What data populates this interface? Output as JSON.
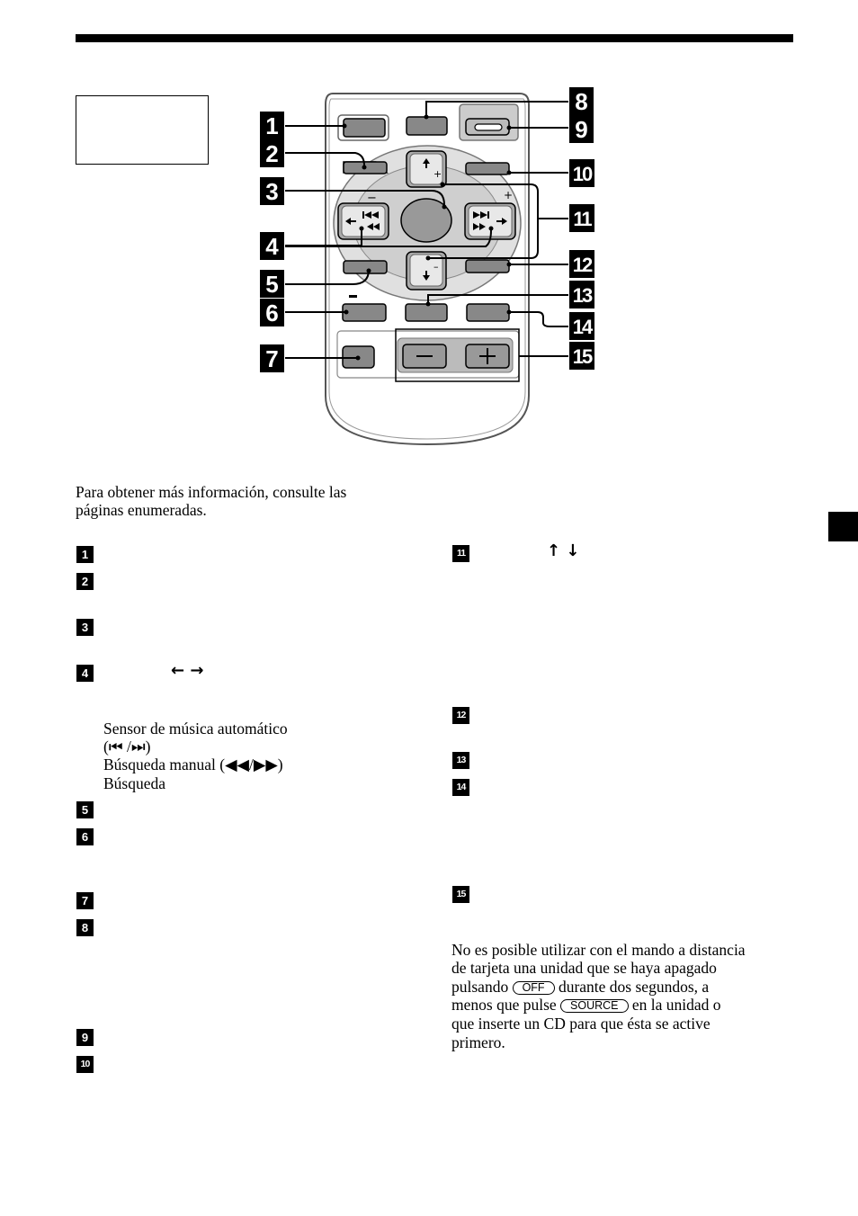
{
  "markers": [
    "1",
    "2",
    "3",
    "4",
    "5",
    "6",
    "7",
    "8",
    "9",
    "10",
    "11",
    "12",
    "13",
    "14",
    "15"
  ],
  "remote": {
    "minus_sign": "−",
    "plus_sign": "+",
    "volume_minus": "−",
    "volume_plus": "+",
    "small_minus": "–",
    "small_plus": "+"
  },
  "intro": {
    "line1": "Para obtener más información, consulte las",
    "line2": "páginas enumeradas."
  },
  "item4": {
    "arrows": "← →",
    "ams_label": "Sensor de música automático",
    "ams_symbols": "(⏮ /⏭)",
    "manual_label": "Búsqueda manual (◀◀/▶▶)",
    "seek_label": "Búsqueda"
  },
  "item11": {
    "arrows": "↑ ↓"
  },
  "note": {
    "line1": "No es posible utilizar con el mando a distancia",
    "line2": "de tarjeta una unidad que se haya apagado",
    "line3_pre": "pulsando",
    "off_key": "OFF",
    "line3_post": "durante dos segundos, a",
    "line4_pre": "menos que pulse",
    "source_key": "SOURCE",
    "line4_post": "en la unidad o",
    "line5": "que inserte un CD para que ésta se active",
    "line6": "primero."
  }
}
